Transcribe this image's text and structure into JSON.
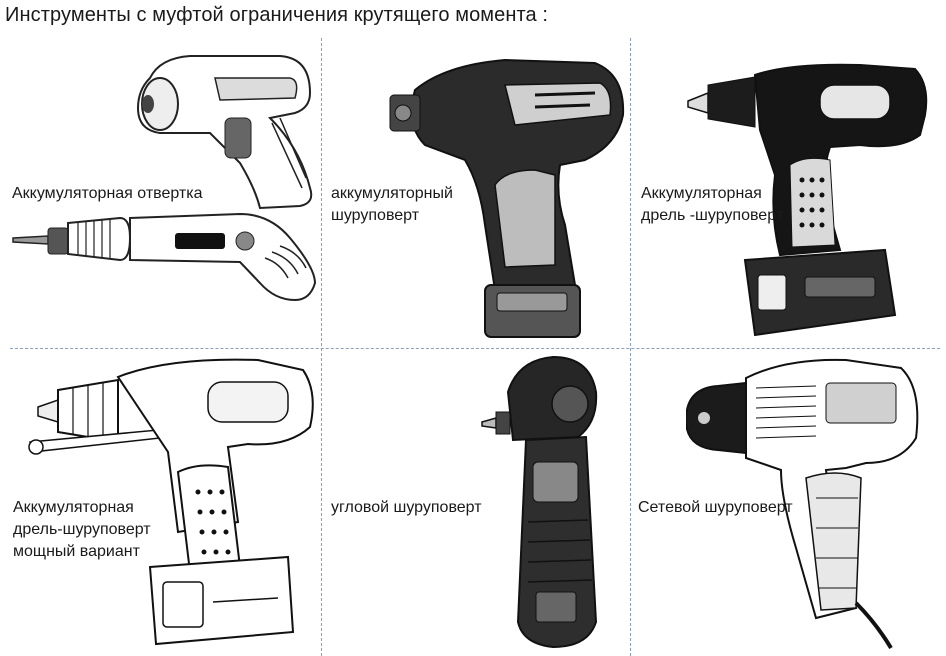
{
  "title": "Инструменты с муфтой ограничения крутящего момента :",
  "cells": [
    {
      "lines": [
        "Аккумуляторная отвертка"
      ],
      "icon": "cordless-screwdriver-icon"
    },
    {
      "lines": [
        "аккумуляторный",
        "шуруповерт"
      ],
      "icon": "impact-driver-icon"
    },
    {
      "lines": [
        "Аккумуляторная",
        "дрель -шуруповерт"
      ],
      "icon": "drill-driver-icon"
    },
    {
      "lines": [
        "Аккумуляторная",
        "дрель-шуруповерт",
        "мощный вариант"
      ],
      "icon": "heavy-drill-driver-icon"
    },
    {
      "lines": [
        "угловой шуруповерт"
      ],
      "icon": "angle-screwdriver-icon"
    },
    {
      "lines": [
        "Сетевой шуруповерт"
      ],
      "icon": "corded-screwdriver-icon"
    }
  ]
}
